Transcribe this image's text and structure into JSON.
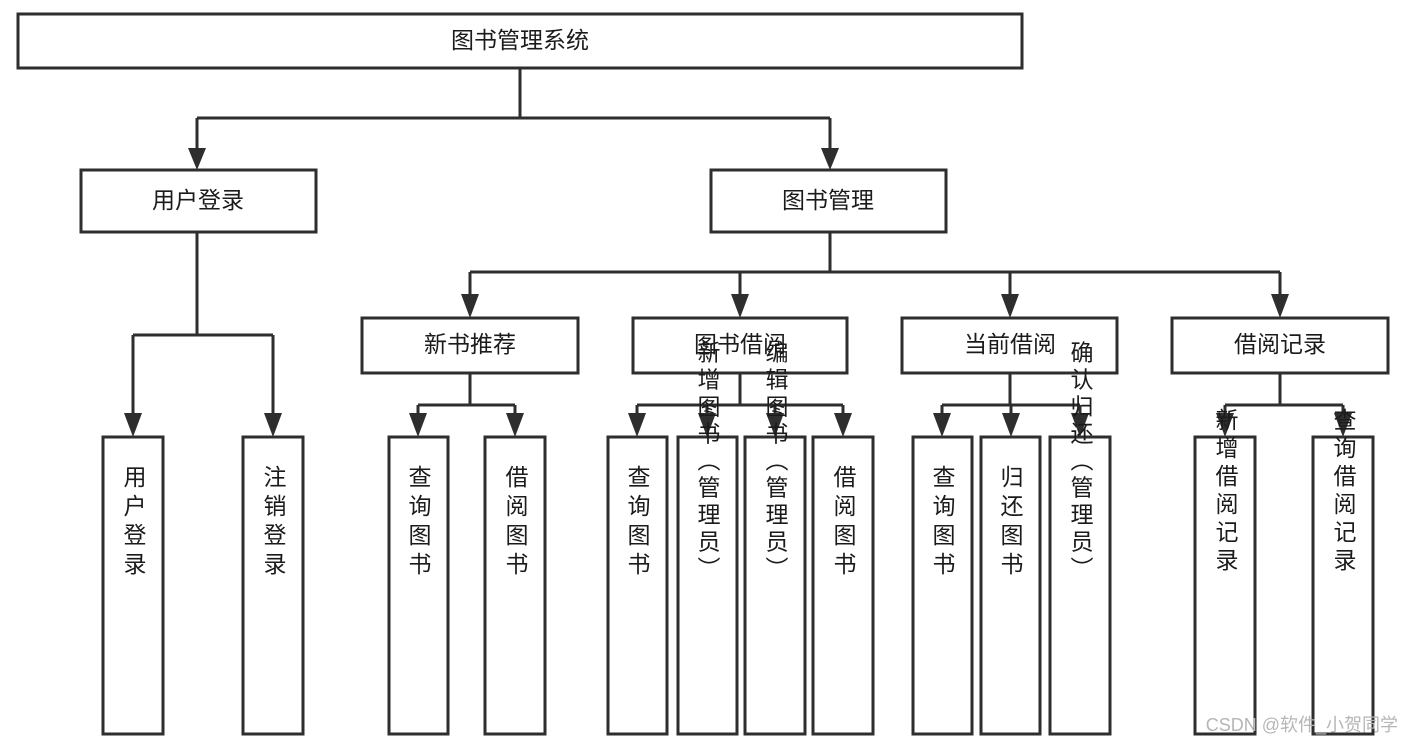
{
  "diagram": {
    "title": "图书管理系统",
    "type": "tree-hierarchy-chart",
    "orientation": "top-down",
    "style": {
      "box_fill": "#ffffff",
      "box_stroke": "#2e2e2e",
      "connector_color": "#2e2e2e",
      "text_color": "#1b1b1b",
      "background": "#ffffff",
      "watermark_color": "#b6b6b6"
    },
    "root": {
      "label": "图书管理系统"
    },
    "level2": [
      {
        "label": "用户登录"
      },
      {
        "label": "图书管理"
      }
    ],
    "level3": [
      {
        "label": "新书推荐"
      },
      {
        "label": "图书借阅"
      },
      {
        "label": "当前借阅"
      },
      {
        "label": "借阅记录"
      }
    ],
    "leaves": {
      "user_login": [
        {
          "label": "用户登录"
        },
        {
          "label": "注销登录"
        }
      ],
      "new_book_recommend": [
        {
          "label": "查询图书"
        },
        {
          "label": "借阅图书"
        }
      ],
      "book_borrow": [
        {
          "label": "查询图书"
        },
        {
          "label": "新增图书（管理员）"
        },
        {
          "label": "编辑图书（管理员）"
        },
        {
          "label": "借阅图书"
        }
      ],
      "current_borrow": [
        {
          "label": "查询图书"
        },
        {
          "label": "归还图书"
        },
        {
          "label": "确认归还（管理员）"
        }
      ],
      "borrow_records": [
        {
          "label": "新增借阅记录"
        },
        {
          "label": "查询借阅记录"
        }
      ]
    }
  },
  "watermark": {
    "text": "CSDN @软件_小贺同学"
  }
}
